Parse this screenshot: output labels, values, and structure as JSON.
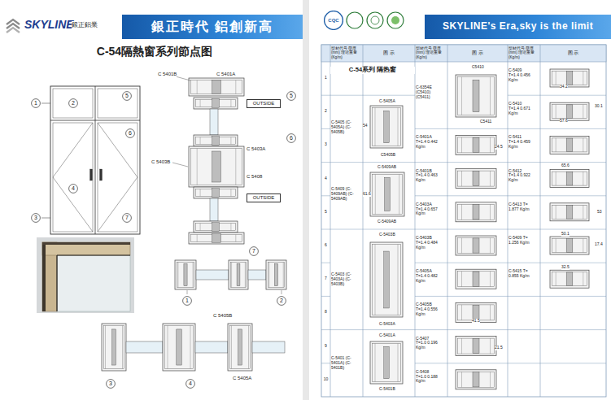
{
  "diagram": {
    "title": "C-54隔熱窗系列節点图",
    "nodes": [
      {
        "text": [
          "銀正時代 鋁創新高"
        ]
      },
      {
        "text": [
          "SKYLINE's Era,sky is the limit"
        ]
      },
      {
        "text": [
          "CQC"
        ]
      },
      {
        "text": [
          "OUTSIDE"
        ]
      },
      {
        "text": [
          "OUTSIDE"
        ]
      },
      {
        "text": [
          "1"
        ]
      },
      {
        "text": [
          "2"
        ]
      },
      {
        "text": [
          "5"
        ]
      },
      {
        "text": [
          "6"
        ]
      },
      {
        "text": [
          "4"
        ]
      },
      {
        "text": [
          "3"
        ]
      },
      {
        "text": [
          "7"
        ]
      },
      {
        "text": [
          "5"
        ]
      },
      {
        "text": [
          "6"
        ]
      },
      {
        "text": [
          "7"
        ]
      },
      {
        "text": [
          "1"
        ]
      },
      {
        "text": [
          "2"
        ]
      },
      {
        "text": [
          "3"
        ]
      },
      {
        "text": [
          "4"
        ]
      }
    ],
    "labels": [
      "SKYLINE",
      "銀正鋁業",
      "C 5401B",
      "C 5401A",
      "C 5403B",
      "C 5403A",
      "C 5408",
      "C 5405B",
      "C 5405A",
      "型材代号 壁厚(mm) 理论重量(Kg/m)",
      "图 示",
      "型材代号 壁厚(mm) 理论重量(Kg/m)",
      "图 示",
      "型材代号 壁厚(mm) 理论重量(Kg/m)",
      "图 示",
      "C-54系列 隔热窗",
      "1",
      "2",
      "3",
      "4",
      "5",
      "6",
      "7",
      "8",
      "9",
      "10",
      "C-5405 (C-5405A) (C-5405B)",
      "C-5405A",
      "C5405B",
      "54",
      "C-5409 (C-5409AB) (C-5409AB)",
      "C-5409AB",
      "C-5409AB",
      "61.6",
      "C-5403 (C-5403A) (C-5403B)",
      "C-5403B",
      "C-5403A",
      "C-5401 (C-5401A) (C-5401B)",
      "C-5401A",
      "C-5401B",
      "C-6354E (C5410) (C5411)",
      "C5410",
      "C5411",
      "C-5401A T=1.4 0.442 Kg/m",
      "C-5401B T=1.4 0.463 Kg/m",
      "C-5403A T=1.4 0.657 Kg/m",
      "C-5403B T=1.4 0.484 Kg/m",
      "C-5405A T=1.4 0.482 Kg/m",
      "C-5405B T=1.4 0.556 Kg/m",
      "C-5407 T=1.0 0.196 Kg/m",
      "C-5408 T=1.0 0.188 Kg/m",
      "C-5409 T=1.4 0.456 Kg/m",
      "C-5410 T=1.4 0.671 Kg/m",
      "C-5411 T=1.4 0.459 Kg/m",
      "C-5412 T=1.4 0.922 Kg/m",
      "C-5413 T= 1.877 Kg/m",
      "C-5409 T= 1.256 Kg/m",
      "C-5415 T= 0.855 Kg/m",
      "34.2",
      "57.6",
      "30.1",
      "65.6",
      "53",
      "50.1",
      "17.4",
      "32.5",
      "24.5",
      "41.5",
      "21.5"
    ]
  }
}
